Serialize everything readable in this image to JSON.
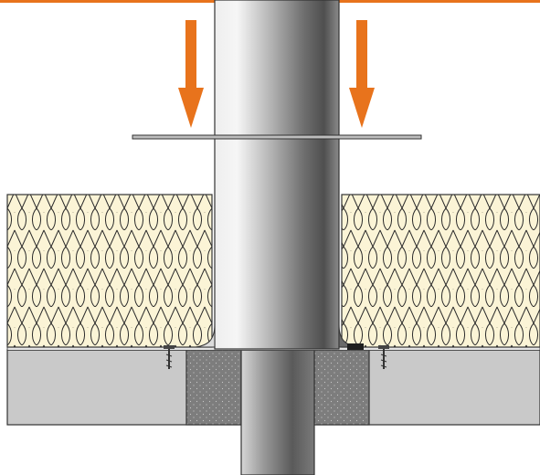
{
  "colors": {
    "accent": "#e8731c",
    "insulation_fill": "#fbf4d6",
    "insulation_stroke": "#2a2a2a",
    "slab": "#c9c9c9",
    "filler": "#7d7d7d",
    "outline": "#333333",
    "background": "#ffffff"
  },
  "diagram": {
    "components": [
      "top-accent-line",
      "pressure-arrow-left",
      "pressure-arrow-right",
      "pipe-sleeve-upper",
      "pipe-sleeve-lower",
      "flange-plate",
      "insulation-board-left",
      "insulation-board-right",
      "membrane-layer",
      "concrete-slab",
      "core-filler-left",
      "core-filler-right",
      "fixing-screw-left",
      "fixing-screw-right",
      "sealing-tape"
    ]
  }
}
